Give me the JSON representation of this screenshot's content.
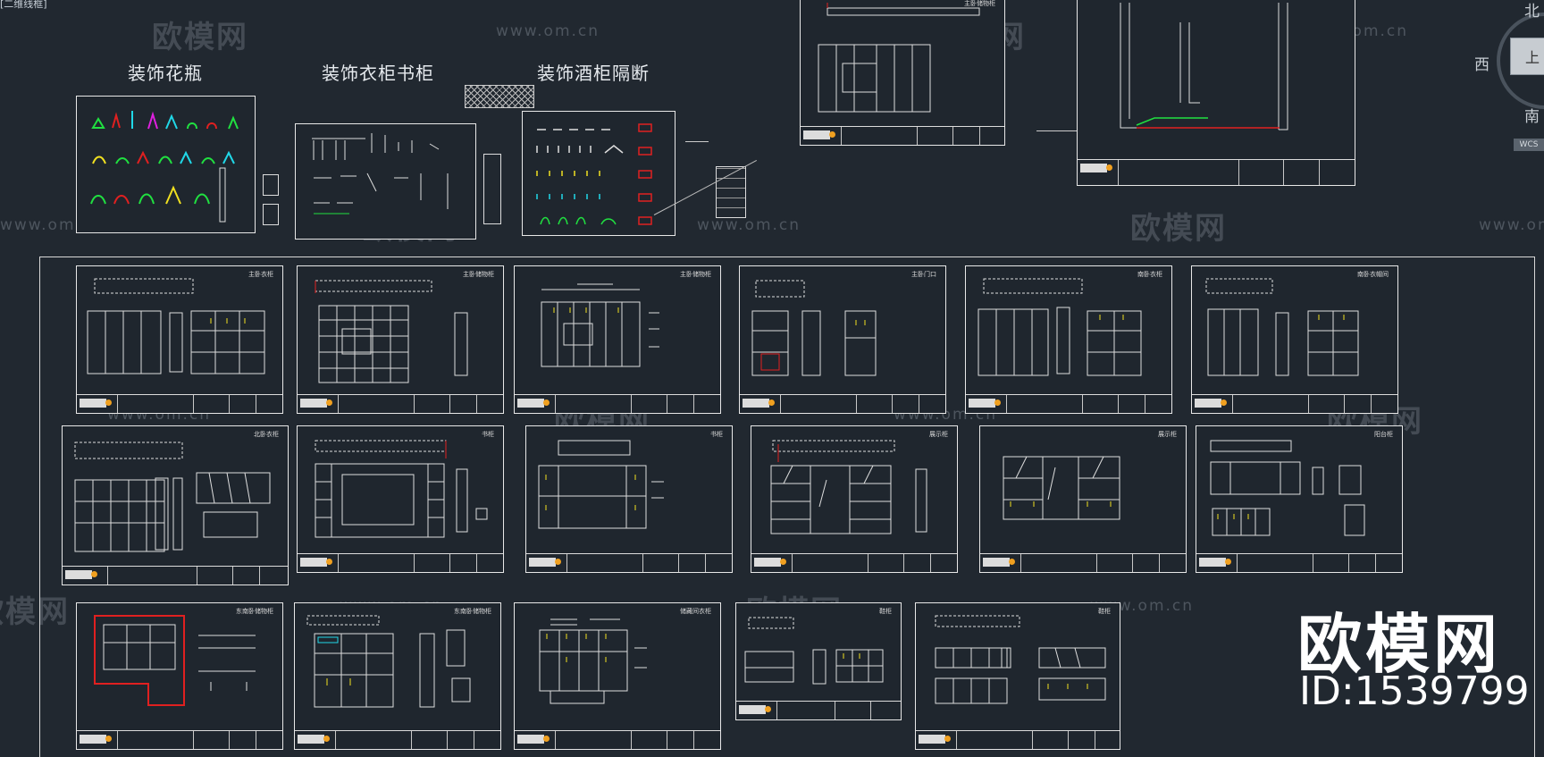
{
  "viewport": {
    "corner_label": "[二维线框]"
  },
  "library_labels": {
    "vases": "装饰花瓶",
    "wardrobes": "装饰衣柜书柜",
    "wine_partition": "装饰酒柜隔断"
  },
  "view_cube": {
    "north": "北",
    "south": "南",
    "west": "西",
    "top_face": "上",
    "wcs": "WCS"
  },
  "watermark": {
    "brand": "欧模网",
    "url": "www.om.cn",
    "url_short": "om.cn"
  },
  "brand_stamp": {
    "name": "欧模网",
    "id": "ID:1539799"
  },
  "colors": {
    "background": "#212830",
    "line": "#e8e8e8",
    "red": "#e02020",
    "green": "#20e040",
    "yellow": "#f0e020",
    "cyan": "#20d8e8",
    "magenta": "#e020e0"
  },
  "sheets": [
    {
      "id": "top1",
      "title": "主卧储物柜"
    },
    {
      "id": "top2",
      "title": ""
    },
    {
      "id": "r1c1",
      "title": "主卧衣柜"
    },
    {
      "id": "r1c2",
      "title": "主卧储物柜"
    },
    {
      "id": "r1c3",
      "title": "主卧储物柜"
    },
    {
      "id": "r1c4",
      "title": "主卧门口"
    },
    {
      "id": "r1c5",
      "title": "南卧衣柜"
    },
    {
      "id": "r1c6",
      "title": "南卧衣帽间"
    },
    {
      "id": "r2c1",
      "title": "北卧衣柜"
    },
    {
      "id": "r2c2",
      "title": "书柜"
    },
    {
      "id": "r2c3",
      "title": "书柜"
    },
    {
      "id": "r2c4",
      "title": "展示柜"
    },
    {
      "id": "r2c5",
      "title": "展示柜"
    },
    {
      "id": "r2c6",
      "title": "阳台柜"
    },
    {
      "id": "r3c1",
      "title": "东南卧储物柜"
    },
    {
      "id": "r3c2",
      "title": "东南卧储物柜"
    },
    {
      "id": "r3c3",
      "title": "储藏间衣柜"
    },
    {
      "id": "r3c4",
      "title": "鞋柜"
    },
    {
      "id": "r3c5",
      "title": "鞋柜"
    }
  ]
}
